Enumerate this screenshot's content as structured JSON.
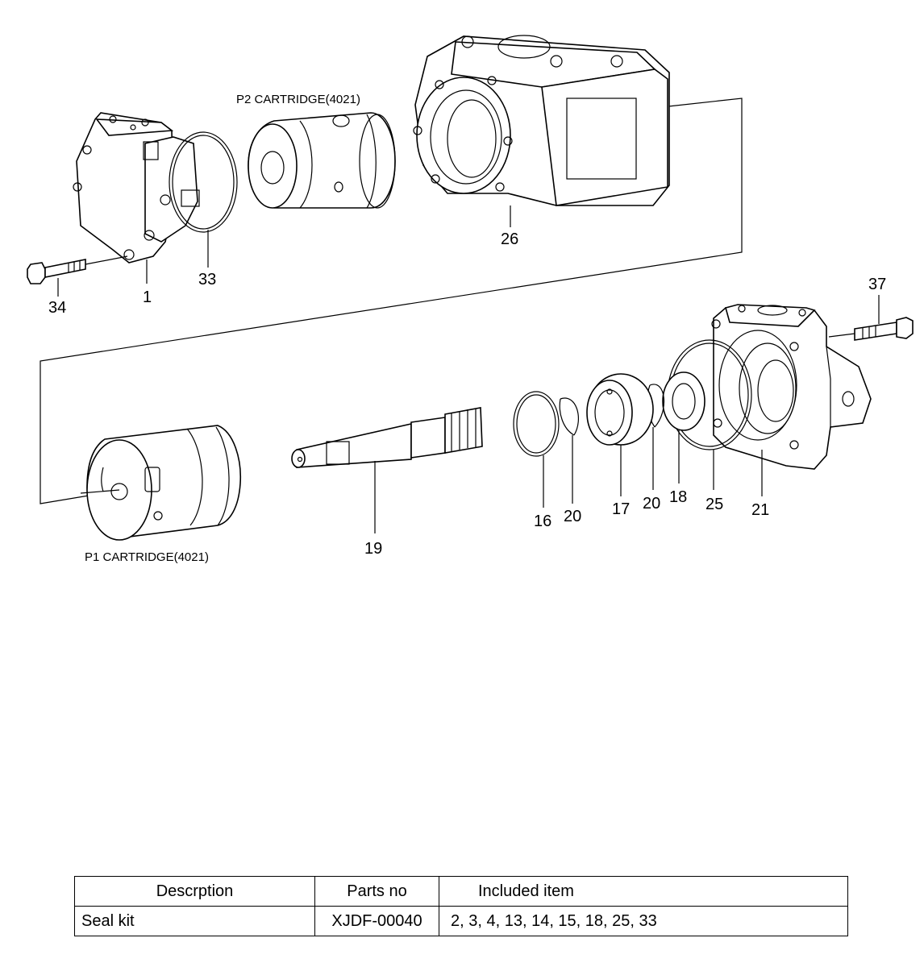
{
  "diagram": {
    "captions": {
      "p2": "P2 CARTRIDGE(4021)",
      "p1": "P1 CARTRIDGE(4021)"
    },
    "callouts": {
      "c34": "34",
      "c1": "1",
      "c33": "33",
      "c26": "26",
      "c37": "37",
      "c19": "19",
      "c16": "16",
      "c20a": "20",
      "c17": "17",
      "c20b": "20",
      "c18": "18",
      "c25": "25",
      "c21": "21"
    }
  },
  "table": {
    "headers": {
      "description": "Descrption",
      "parts_no": "Parts no",
      "included": "Included item"
    },
    "rows": [
      {
        "description": "Seal kit",
        "parts_no": "XJDF-00040",
        "included": "2, 3, 4, 13, 14, 15, 18, 25, 33"
      }
    ]
  }
}
